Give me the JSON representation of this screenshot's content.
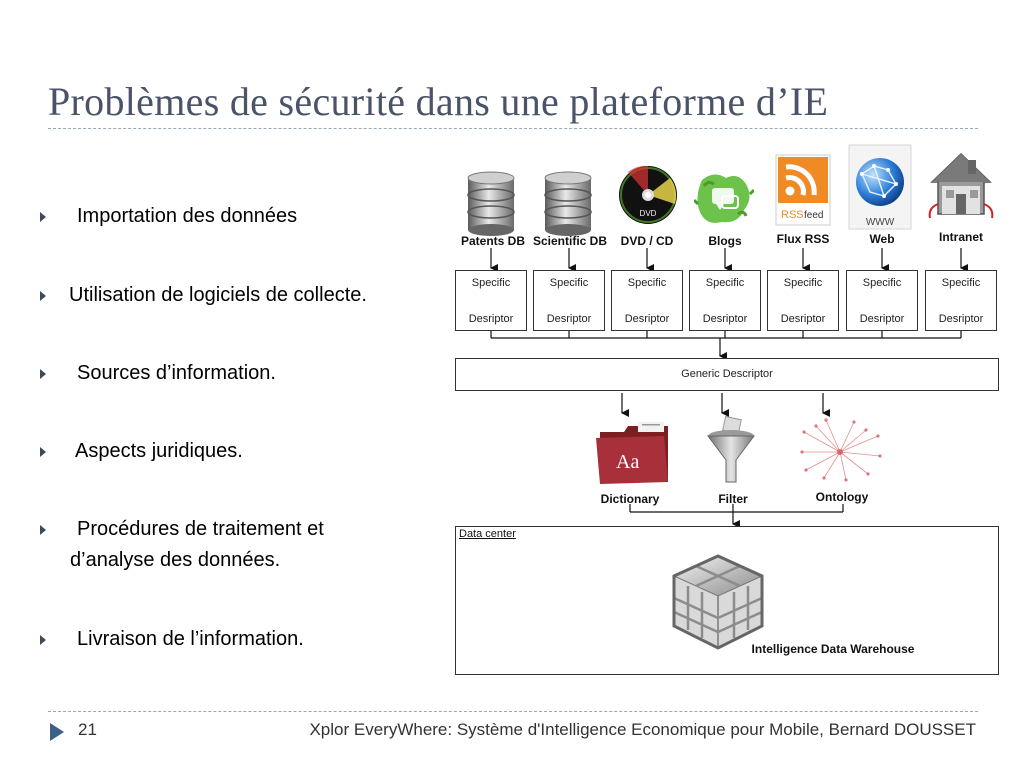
{
  "slide": {
    "title": "Problèmes de sécurité dans une plateforme d’IE",
    "page_number": "21",
    "footer": "Xplor EveryWhere: Système d'Intelligence Economique pour Mobile, Bernard DOUSSET"
  },
  "bullets": [
    {
      "lines": [
        "Importation des données"
      ]
    },
    {
      "lines": [
        "Utilisation de logiciels de collecte."
      ]
    },
    {
      "lines": [
        "Sources d’information."
      ]
    },
    {
      "lines": [
        "Aspects juridiques."
      ]
    },
    {
      "lines": [
        "Procédures de traitement et",
        "d’analyse des données."
      ]
    },
    {
      "lines": [
        "Livraison de l’information."
      ]
    }
  ],
  "diagram": {
    "sources": [
      {
        "label": "Patents DB",
        "icon": "database-icon"
      },
      {
        "label": "Scientific DB",
        "icon": "database-icon"
      },
      {
        "label": "DVD / CD",
        "icon": "dvd-icon"
      },
      {
        "label": "Blogs",
        "icon": "blog-icon"
      },
      {
        "label": "Flux RSS",
        "icon": "rss-icon"
      },
      {
        "label": "Web",
        "icon": "globe-icon"
      },
      {
        "label": "Intranet",
        "icon": "house-icon"
      }
    ],
    "rss_badge": "RSS",
    "rss_feed": "feed",
    "www_text": "WWW",
    "dvd_text": "DVD",
    "descriptor_line1": "Specific",
    "descriptor_line2": "Desriptor",
    "generic_descriptor": "Generic Descriptor",
    "tools": [
      {
        "label": "Dictionary",
        "icon": "dictionary-icon"
      },
      {
        "label": "Filter",
        "icon": "funnel-icon"
      },
      {
        "label": "Ontology",
        "icon": "ontology-icon"
      }
    ],
    "dictionary_glyph": "Aa",
    "data_center_label": "Data center",
    "warehouse_label": "Intelligence Data Warehouse"
  }
}
